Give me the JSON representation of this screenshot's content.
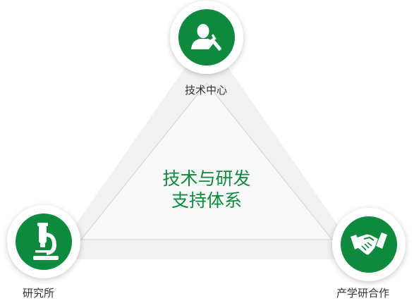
{
  "diagram": {
    "center_title": [
      "技术与研发",
      "支持体系"
    ],
    "nodes": {
      "top": {
        "label": "技术中心",
        "icon": "engineer-wrench-icon"
      },
      "left": {
        "label": "研究所",
        "icon": "microscope-icon"
      },
      "right": {
        "label": "产学研合作",
        "icon": "handshake-icon"
      }
    }
  },
  "colors": {
    "accent": "#0e8a3e",
    "triangle_outer": "#f1f1f1",
    "triangle_inner": "#f7f7f7",
    "triangle_edge": "#dcdcdc",
    "circle_ring": "#ffffff",
    "label_text": "#333333"
  }
}
